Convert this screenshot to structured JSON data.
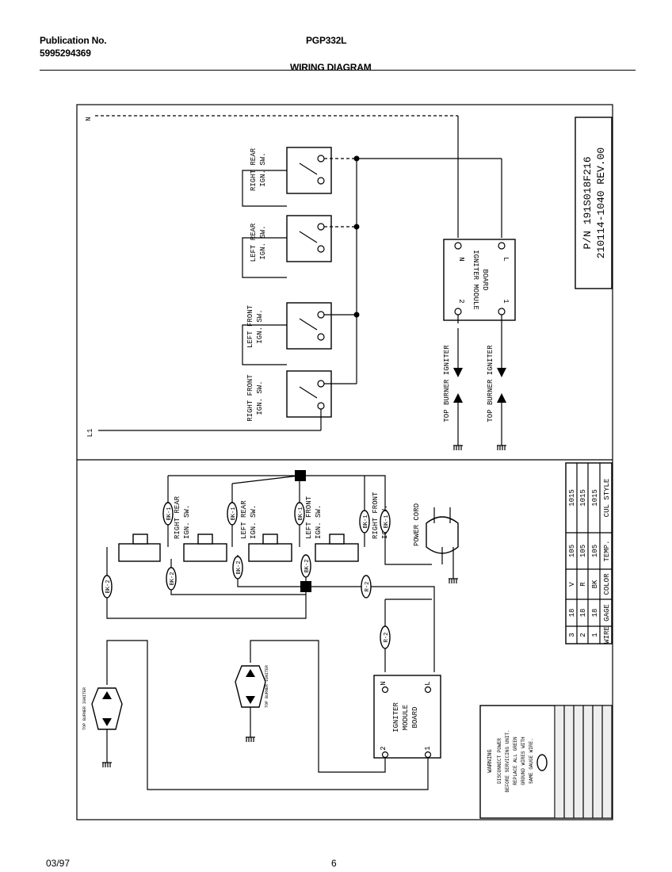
{
  "header": {
    "publication_label": "Publication No.",
    "publication_number": "5995294369",
    "model": "PGP332L",
    "title": "WIRING DIAGRAM"
  },
  "footer": {
    "date": "03/97",
    "page": "6"
  },
  "schematic": {
    "line_n": "N",
    "line_l1": "L1",
    "switches": [
      {
        "line1": "RIGHT REAR",
        "line2": "IGN. SW."
      },
      {
        "line1": "LEFT REAR",
        "line2": "IGN. SW."
      },
      {
        "line1": "LEFT FRONT",
        "line2": "IGN. SW."
      },
      {
        "line1": "RIGHT FRONT",
        "line2": "IGN. SW."
      }
    ],
    "module": {
      "line1": "IGNITER MODULE",
      "line2": "BOARD",
      "term_n": "N",
      "term_l": "L",
      "term_2": "2",
      "term_1": "1"
    },
    "igniters": [
      "TOP BURNER IGNITER",
      "TOP BURNER IGNITER"
    ],
    "part_number": "P/N 191S018F216",
    "revision": "210114-1040 REV.00"
  },
  "pictorial": {
    "switches": [
      {
        "line1": "RIGHT REAR",
        "line2": "IGN. SW."
      },
      {
        "line1": "LEFT REAR",
        "line2": "IGN. SW."
      },
      {
        "line1": "LEFT FRONT",
        "line2": "IGN. SW."
      },
      {
        "line1": "RIGHT FRONT",
        "line2": "IGN. SW."
      }
    ],
    "wire_tags": [
      "BK-1",
      "BK-1",
      "BK-1",
      "BK-1",
      "BK-1",
      "BK-2",
      "BK-2",
      "BK-2",
      "BK-2",
      "R-2",
      "R-2"
    ],
    "power_cord": "POWER CORD",
    "module": {
      "line1": "IGNITER",
      "line2": "MODULE",
      "line3": "BOARD",
      "term_n": "N",
      "term_l": "L",
      "term_2": "2",
      "term_1": "1"
    },
    "igniter_labels": [
      "TOP BURNER IGNITER",
      "TOP BURNER IGNITER"
    ]
  },
  "wire_table": {
    "headers": [
      "WIRE",
      "GAGE",
      "COLOR",
      "TEMP.",
      "CUL STYLE"
    ],
    "rows": [
      [
        "3",
        "18",
        "V",
        "105",
        "1015"
      ],
      [
        "2",
        "18",
        "R",
        "105",
        "1015"
      ],
      [
        "1",
        "18",
        "BK",
        "105",
        "1015"
      ]
    ]
  },
  "warning": {
    "title": "WARNING",
    "lines": [
      "DISCONNECT POWER",
      "BEFORE SERVICING UNIT.",
      "REPLACE ALL GREEN",
      "GROUND WIRES WITH",
      "SAME GAUGE WIRE."
    ]
  }
}
